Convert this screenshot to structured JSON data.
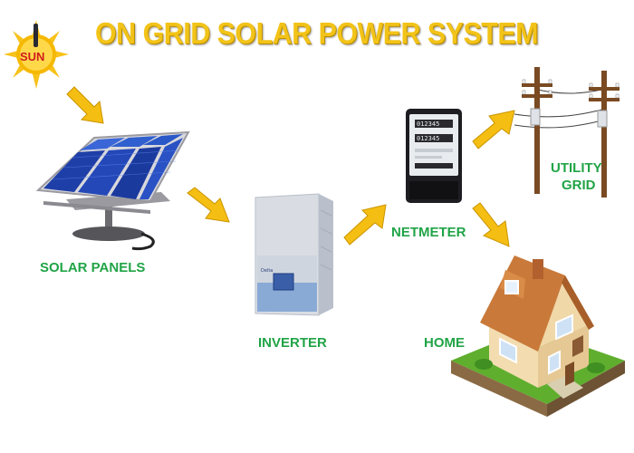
{
  "title": "ON GRID SOLAR POWER SYSTEM",
  "sun": {
    "label": "SUN",
    "color": "#f5b800"
  },
  "components": {
    "solar_panels": "SOLAR PANELS",
    "inverter": "INVERTER",
    "netmeter": "NETMETER",
    "utility_grid_line1": "UTILITY",
    "utility_grid_line2": "GRID",
    "home": "HOME"
  },
  "colors": {
    "title": "#f2c318",
    "label": "#21a447",
    "arrow": "#f5be12"
  }
}
